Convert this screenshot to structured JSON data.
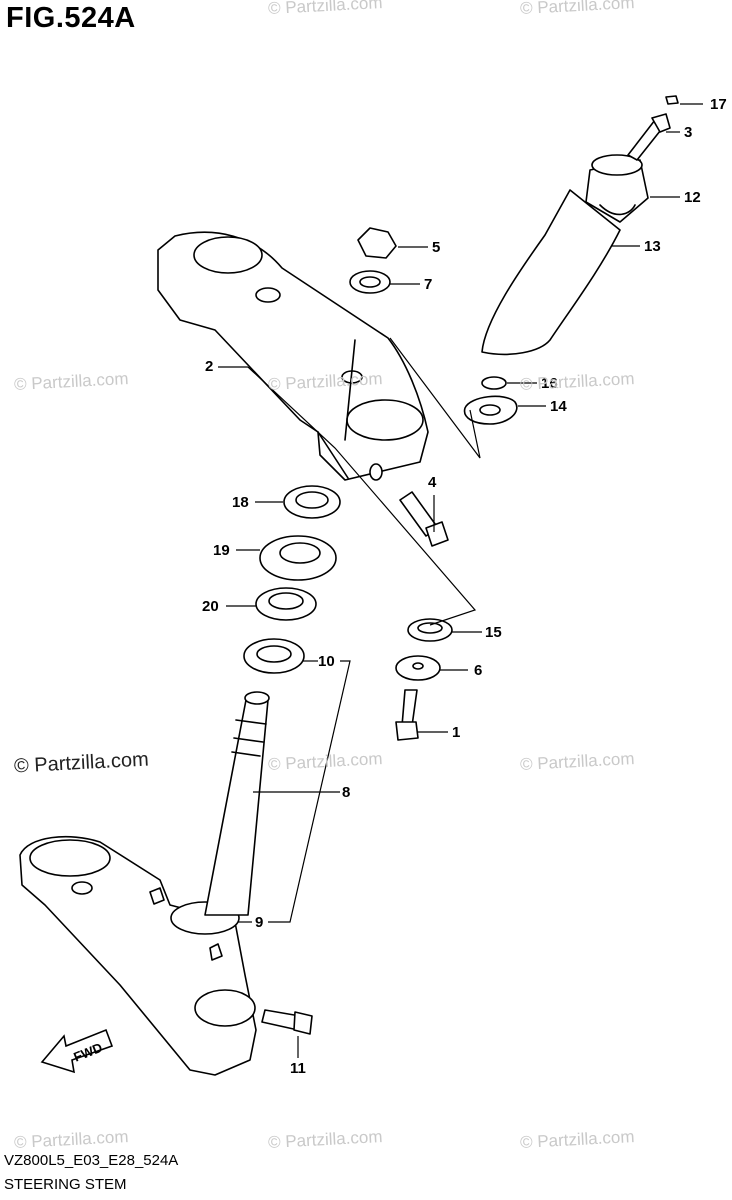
{
  "figure": {
    "title": "FIG.524A"
  },
  "footer": {
    "code": "VZ800L5_E03_E28_524A",
    "title": "STEERING STEM"
  },
  "watermark": {
    "text": "© Partzilla.com"
  },
  "fwd_label": "FWD",
  "callouts": [
    "1",
    "2",
    "3",
    "4",
    "5",
    "6",
    "7",
    "8",
    "9",
    "10",
    "11",
    "12",
    "13",
    "14",
    "15",
    "16",
    "17",
    "18",
    "19",
    "20"
  ],
  "colors": {
    "line": "#000000",
    "fill": "#ffffff",
    "watermark": "#c9c9c9"
  }
}
